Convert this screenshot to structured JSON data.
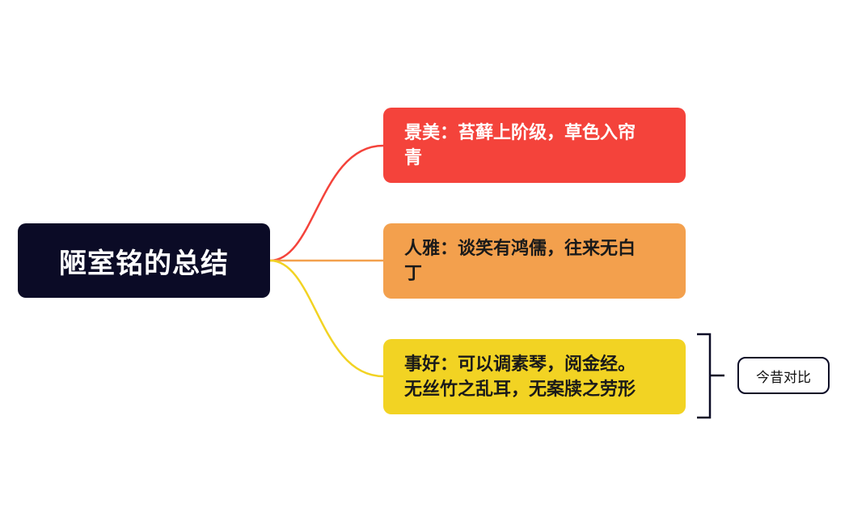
{
  "root": {
    "label": "陋室铭的总结"
  },
  "branches": [
    {
      "line1": "景美：苔藓上阶级，草色入帘",
      "line2": "青",
      "color": "#f4433b"
    },
    {
      "line1": "人雅：谈笑有鸿儒，往来无白",
      "line2": "丁",
      "color": "#f3a04d"
    },
    {
      "line1": "事好：可以调素琴，阅金经。",
      "line2": "无丝竹之乱耳，无案牍之劳形",
      "color": "#f2d323"
    }
  ],
  "summary": {
    "label": "今昔对比"
  }
}
